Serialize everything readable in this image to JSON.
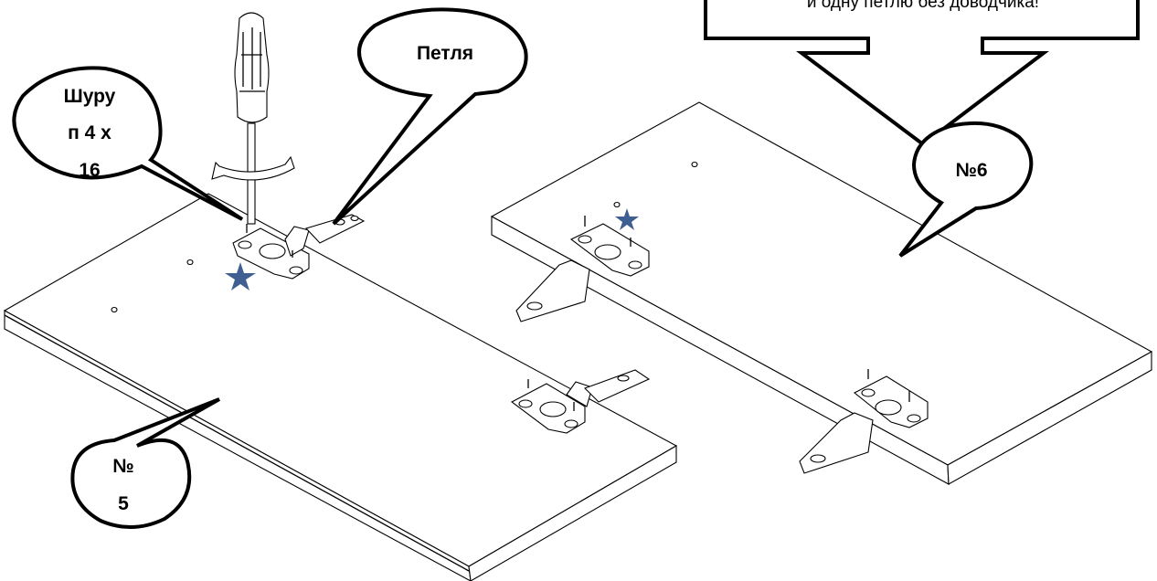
{
  "callouts": {
    "screw": [
      "Шуру",
      "п 4 х",
      "16"
    ],
    "hinge": "Петля",
    "panel_5": [
      "№",
      "5"
    ],
    "panel_6": "№6"
  },
  "note": {
    "text": "и одну петлю без доводчика!"
  },
  "colors": {
    "star": "#3f5f93",
    "line": "#000000",
    "background": "#ffffff"
  },
  "icons": [
    "screwdriver-icon",
    "rotation-arrow-icon",
    "star-marker-icon"
  ]
}
